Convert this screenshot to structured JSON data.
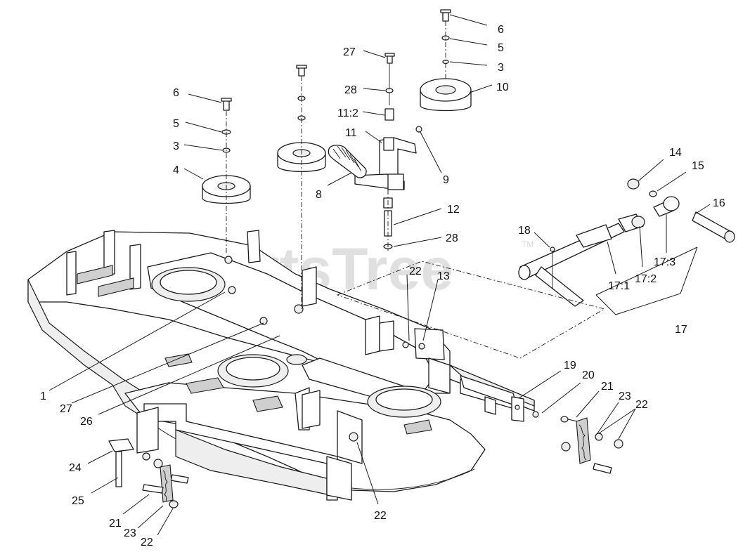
{
  "watermark": {
    "text": "PartsTree",
    "trademark": "TM"
  },
  "callouts": [
    "6",
    "5",
    "3",
    "10",
    "27",
    "28",
    "11:2",
    "11",
    "9",
    "6",
    "5",
    "3",
    "4",
    "8",
    "12",
    "28",
    "14",
    "15",
    "16",
    "18",
    "17:1",
    "17:2",
    "17:3",
    "17",
    "22",
    "13",
    "1",
    "27",
    "26",
    "19",
    "20",
    "21",
    "23",
    "22",
    "24",
    "25",
    "21",
    "23",
    "22",
    "22"
  ]
}
